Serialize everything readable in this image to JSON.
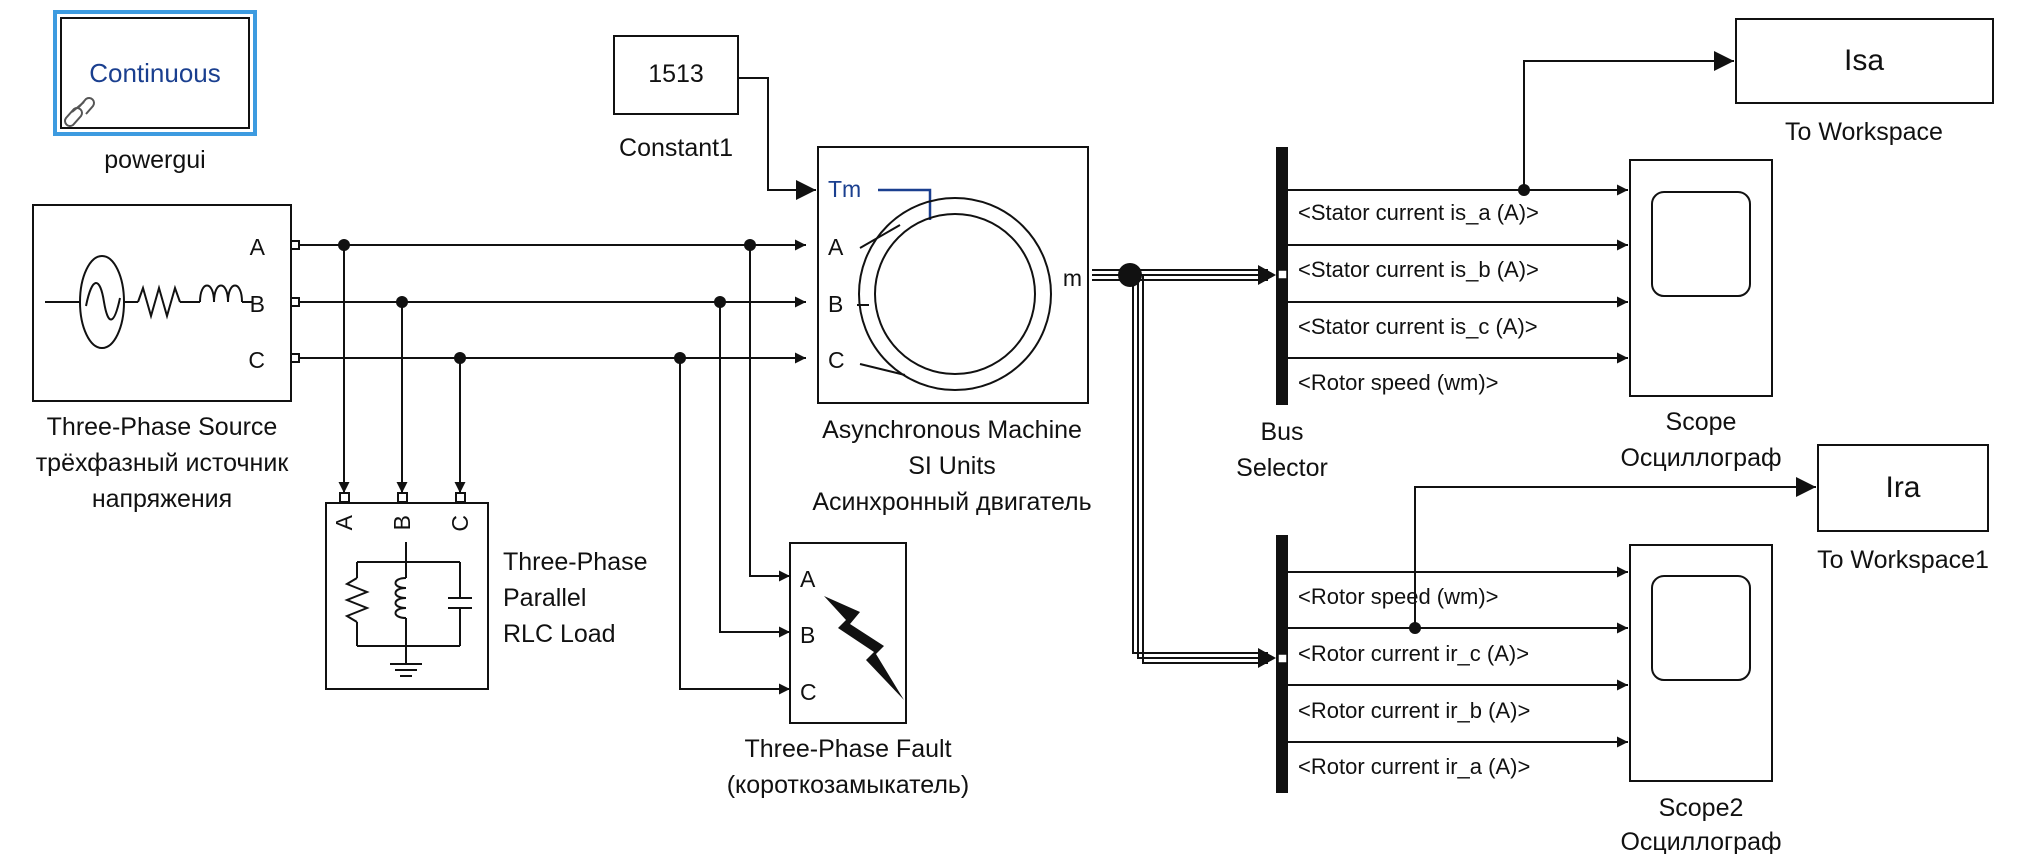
{
  "colors": {
    "powergui_border": "#3d9be0",
    "powergui_text": "#1a3f8f",
    "tm_color": "#1a3f8f",
    "line": "#111111",
    "background": "#ffffff"
  },
  "blocks": {
    "powergui": {
      "text": "Continuous",
      "label": "powergui",
      "icon": "link-icon"
    },
    "constant": {
      "value": "1513",
      "label": "Constant1"
    },
    "source": {
      "ports": [
        "A",
        "B",
        "C"
      ],
      "label_lines": [
        "Three-Phase Source",
        "трёхфазный источник",
        "напряжения"
      ],
      "icon": "ac-source-rl-icon"
    },
    "rlc_load": {
      "ports": [
        "A",
        "B",
        "C"
      ],
      "label_lines": [
        "Three-Phase",
        "Parallel",
        "RLC Load"
      ],
      "icon": "rlc-load-icon"
    },
    "machine": {
      "ports": [
        "Tm",
        "A",
        "B",
        "C"
      ],
      "output": "m",
      "label_lines": [
        "Asynchronous Machine",
        "SI Units",
        "Асинхронный двигатель"
      ],
      "icon": "induction-machine-icon"
    },
    "fault": {
      "ports": [
        "A",
        "B",
        "C"
      ],
      "label_lines": [
        "Three-Phase Fault",
        "(короткозамыкатель)"
      ],
      "icon": "lightning-icon"
    },
    "bus_selector1": {
      "label_lines": [
        "Bus",
        "Selector"
      ]
    },
    "scope1": {
      "label_lines": [
        "Scope",
        "Осциллограф"
      ]
    },
    "scope2": {
      "label_lines": [
        "Scope2",
        "Осциллограф"
      ]
    },
    "to_workspace": {
      "var": "Isa",
      "label": "To Workspace"
    },
    "to_workspace1": {
      "var": "Ira",
      "label": "To Workspace1"
    }
  },
  "signals_top": [
    "<Stator current is_a (A)>",
    "<Stator current is_b (A)>",
    "<Stator current is_c (A)>",
    "<Rotor speed (wm)>"
  ],
  "signals_bottom": [
    "<Rotor speed (wm)>",
    "<Rotor current ir_c (A)>",
    "<Rotor current ir_b (A)>",
    "<Rotor current ir_a (A)>"
  ]
}
